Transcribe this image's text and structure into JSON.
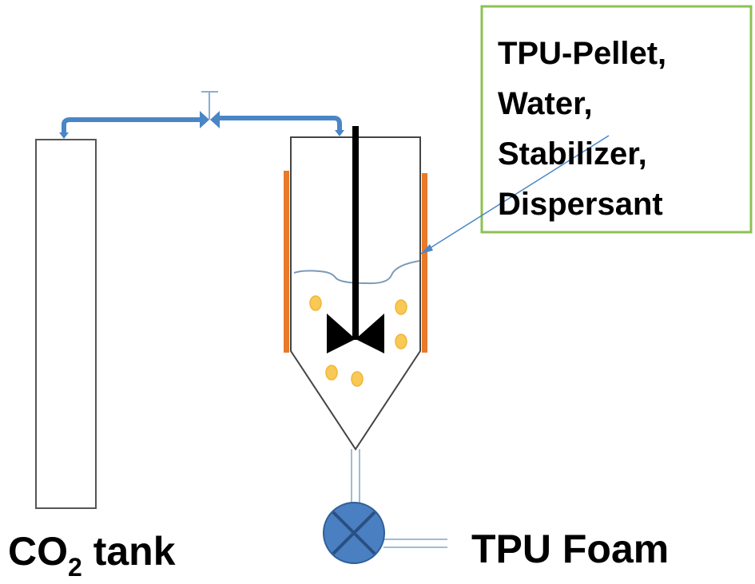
{
  "diagram": {
    "title": "TPU foaming setup",
    "labels": {
      "tank_main": "CO",
      "tank_sub": "2",
      "tank_rest": " tank",
      "product": "TPU Foam"
    },
    "callout": {
      "lines": [
        "TPU-Pellet,",
        "Water,",
        "Stabilizer,",
        "Dispersant"
      ]
    },
    "colors": {
      "pipe": "#4a86c6",
      "callout_border": "#8cc152",
      "heater": "#e87a2a",
      "pellet": "#f8c954",
      "valve_fill": "#4a7fc1",
      "liquid_line": "#7a9bb8"
    },
    "components": [
      "co2-tank",
      "gas-valve",
      "reactor-vessel",
      "stirrer",
      "heating-jacket",
      "pellets",
      "discharge-valve"
    ]
  }
}
